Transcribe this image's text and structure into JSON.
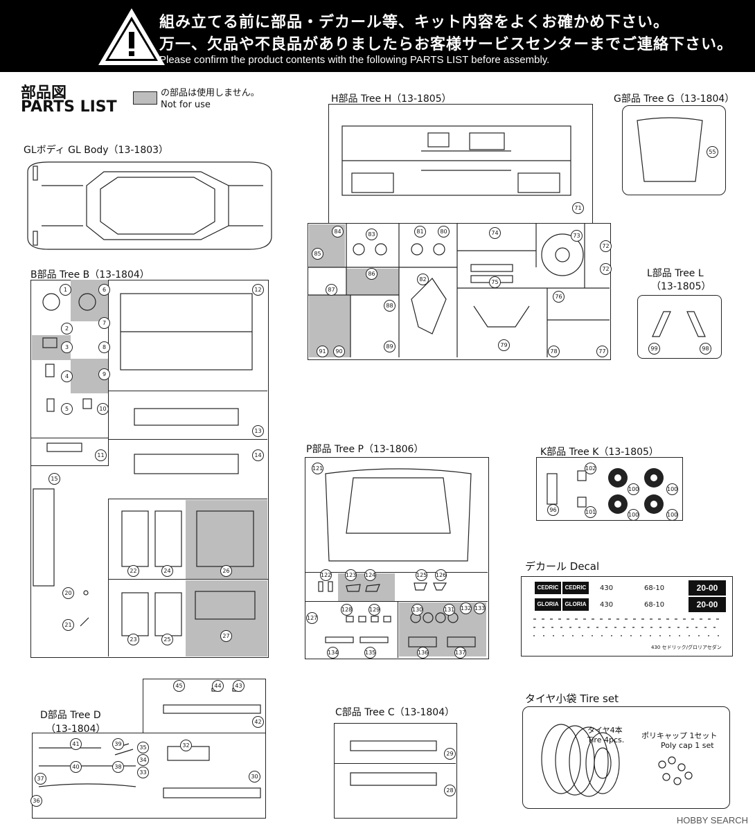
{
  "header": {
    "line1": "組み立てる前に部品・デカール等、キット内容をよくお確かめ下さい。",
    "line2": "万一、欠品や不良品がありましたらお客様サービスセンターまでご連絡下さい。",
    "line3": "Please confirm the product contents with the following PARTS LIST before assembly."
  },
  "parts_list": {
    "title_jp": "部品図",
    "title_en": "PARTS LIST"
  },
  "legend": {
    "jp": "の部品は使用しません。",
    "en": "Not for use"
  },
  "trees": {
    "gl_body": "GLボディ GL Body（13-1803）",
    "b": "B部品 Tree B（13-1804）",
    "h": "H部品 Tree H（13-1805）",
    "g": "G部品 Tree G（13-1804）",
    "l_1": "L部品 Tree L",
    "l_2": "（13-1805）",
    "p": "P部品 Tree P（13-1806）",
    "k": "K部品 Tree K（13-1805）",
    "d_1": "D部品 Tree D",
    "d_2": "（13-1804）",
    "c": "C部品 Tree C（13-1804）"
  },
  "decal": {
    "title": "デカール Decal",
    "cedric": "CEDRIC",
    "gloria": "GLORIA",
    "plate_a": "430",
    "plate_b": "68-10",
    "plate_c": "20-00",
    "footer": "430 セドリック/グロリアセダン"
  },
  "tire_set": {
    "title": "タイヤ小袋 Tire set",
    "tire_jp": "タイヤ4本",
    "tire_en": "Tire 4pcs.",
    "cap_jp": "ポリキャップ 1セット",
    "cap_en": "Poly cap 1 set"
  },
  "numbers": {
    "b": [
      "1",
      "2",
      "3",
      "4",
      "5",
      "6",
      "7",
      "8",
      "9",
      "10",
      "11",
      "12",
      "13",
      "14",
      "15",
      "20",
      "21",
      "22",
      "23",
      "24",
      "25",
      "26",
      "27"
    ],
    "h": [
      "71",
      "72",
      "72",
      "73",
      "74",
      "75",
      "76",
      "77",
      "78",
      "79",
      "80",
      "81",
      "82",
      "83",
      "84",
      "85",
      "86",
      "87",
      "88",
      "89",
      "90",
      "91"
    ],
    "g": [
      "55"
    ],
    "l": [
      "98",
      "99"
    ],
    "p": [
      "121",
      "122",
      "123",
      "124",
      "125",
      "126",
      "127",
      "128",
      "129",
      "130",
      "131",
      "132",
      "133",
      "134",
      "135",
      "136",
      "137"
    ],
    "k": [
      "96",
      "100",
      "100",
      "100",
      "100",
      "101",
      "102"
    ],
    "d": [
      "30",
      "32",
      "33",
      "34",
      "35",
      "36",
      "37",
      "38",
      "39",
      "40",
      "41",
      "42",
      "43",
      "44",
      "45"
    ],
    "c": [
      "28",
      "29"
    ]
  },
  "watermark": "HOBBY SEARCH"
}
